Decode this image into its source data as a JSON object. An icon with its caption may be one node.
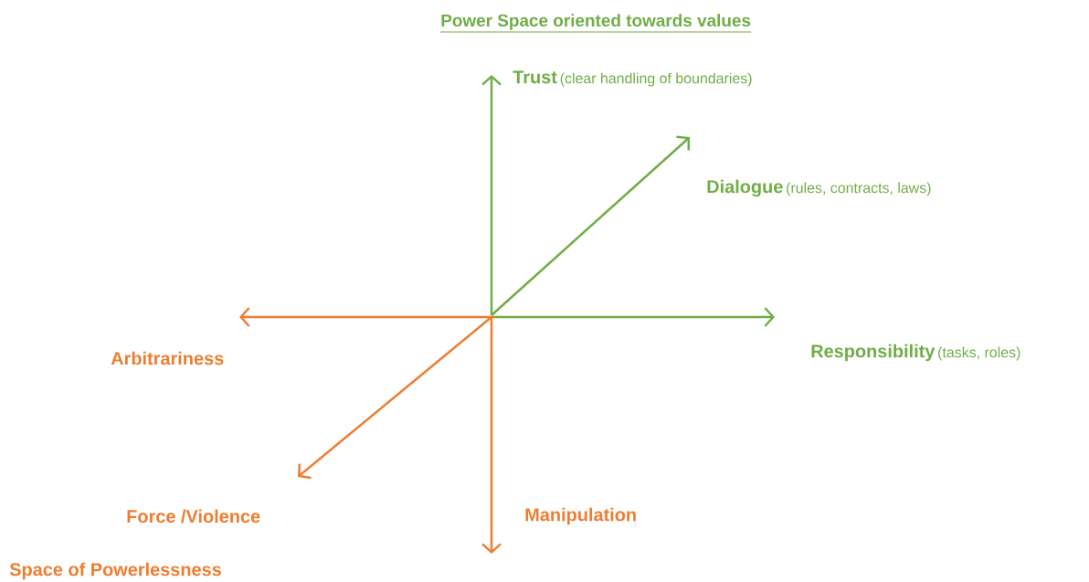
{
  "diagram": {
    "title": "Power Space oriented towards values",
    "nodes": [
      {
        "text": [
          "Trust",
          "(clear handling of boundaries)"
        ]
      },
      {
        "text": [
          "Dialogue",
          "(rules, contracts, laws)"
        ]
      },
      {
        "text": [
          "Responsibility",
          "(tasks, roles)"
        ]
      },
      {
        "text": [
          "Arbitrariness"
        ]
      },
      {
        "text": [
          "Force /Violence"
        ]
      },
      {
        "text": [
          "Manipulation"
        ]
      }
    ],
    "edges": [
      {
        "from": null,
        "to": 0,
        "arrow": "to",
        "color": "#70ad47"
      },
      {
        "from": null,
        "to": 1,
        "arrow": "to",
        "color": "#70ad47"
      },
      {
        "from": null,
        "to": 2,
        "arrow": "to",
        "color": "#70ad47"
      },
      {
        "from": null,
        "to": 3,
        "arrow": "to",
        "color": "#ed7d31"
      },
      {
        "from": null,
        "to": 4,
        "arrow": "to",
        "color": "#ed7d31"
      },
      {
        "from": null,
        "to": 5,
        "arrow": "to",
        "color": "#ed7d31"
      }
    ],
    "labels": [
      "Space of Powerlessness"
    ]
  }
}
